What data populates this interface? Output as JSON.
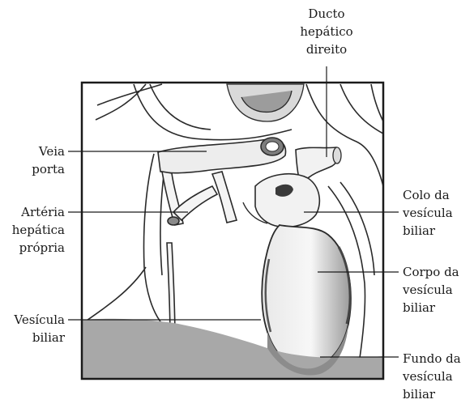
{
  "diagram": {
    "labels": {
      "ducto_hepatico_direito": "Ducto\nhepático\ndireito",
      "veia_porta": "Veia\nporta",
      "arteria_hepatica_propria": "Artéria\nhepática\nprópria",
      "vesicula_biliar": "Vesícula\nbiliar",
      "colo_da_vesicula": "Colo da\nvesícula\nbiliar",
      "corpo_da_vesicula": "Corpo da\nvesícula\nbiliar",
      "fundo_da_vesicula": "Fundo da\nvesícula\nbiliar"
    }
  }
}
